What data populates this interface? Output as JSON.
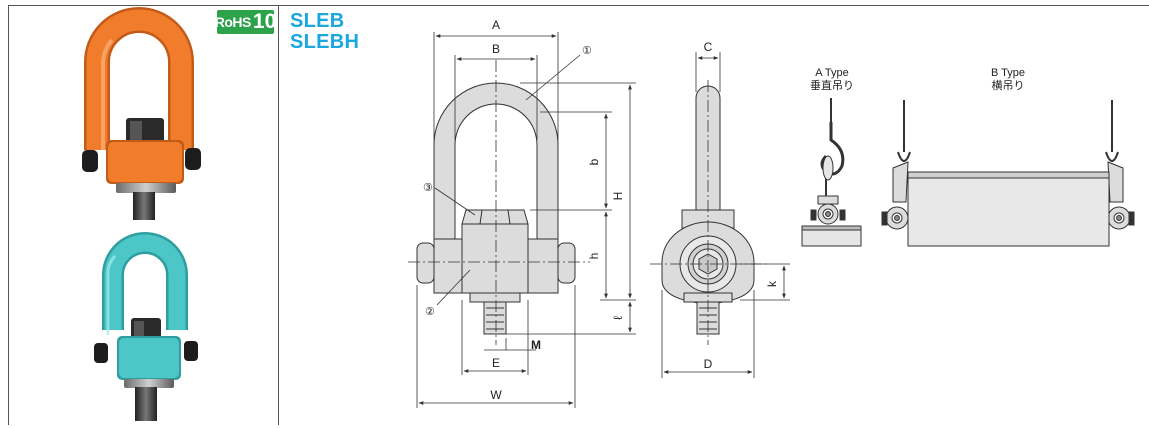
{
  "badge": {
    "text": "RoHS",
    "number": "10",
    "color": "#2ca24b"
  },
  "models": [
    "SLEB",
    "SLEBH"
  ],
  "model_color": "#1aa7df",
  "photos": [
    {
      "color": "#f07c2c"
    },
    {
      "color": "#4cc6c6"
    }
  ],
  "front_view": {
    "dims": {
      "A": "A",
      "B": "B",
      "b": "b",
      "H": "H",
      "h": "h",
      "l": "ℓ",
      "E": "E",
      "W": "W",
      "M": "M"
    },
    "parts": [
      "①",
      "②",
      "③"
    ],
    "m_color": "#1aa7df"
  },
  "side_view": {
    "dims": {
      "C": "C",
      "D": "D",
      "k": "k"
    }
  },
  "a_type": {
    "title": "A Type",
    "subtitle": "垂直吊り"
  },
  "b_type": {
    "title": "B Type",
    "subtitle": "横吊り"
  }
}
